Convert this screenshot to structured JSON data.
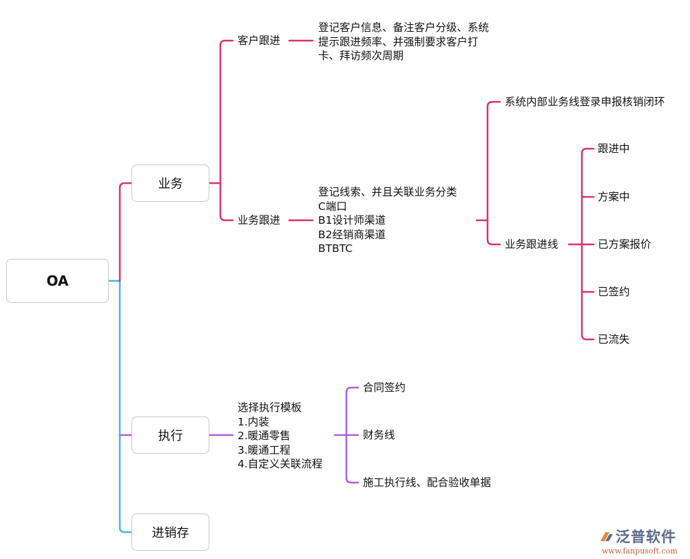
{
  "colors": {
    "root_branch": "#4ab3e8",
    "business_branch": "#d6336c",
    "execution_branch": "#b05ee0",
    "node_border": "#c9c9c9"
  },
  "root": {
    "label": "OA"
  },
  "business": {
    "label": "业务",
    "customer_followup": {
      "label": "客户跟进",
      "detail": [
        "登记客户信息、备注客户分级、系统",
        "提示跟进频率、并强制要求客户打",
        "卡、拜访频次周期"
      ]
    },
    "business_followup": {
      "label": "业务跟进",
      "detail": [
        "登记线索、并且关联业务分类",
        "C端口",
        "B1设计师渠道",
        "B2经销商渠道",
        "BTBTC"
      ],
      "children": {
        "closed_loop": "系统内部业务线登录申报核销闭环",
        "followup_line": {
          "label": "业务跟进线",
          "stages": [
            "跟进中",
            "方案中",
            "已方案报价",
            "已签约",
            "已流失"
          ]
        }
      }
    }
  },
  "execution": {
    "label": "执行",
    "detail": [
      "选择执行模板",
      "1.内装",
      "2.暖通零售",
      "3.暖通工程",
      "4.自定义关联流程"
    ],
    "children": [
      "合同签约",
      "财务线",
      "施工执行线、配合验收单据"
    ]
  },
  "inventory": {
    "label": "进销存"
  },
  "watermark": {
    "brand": "泛普软件",
    "url": "www.fanpusoft.com"
  }
}
